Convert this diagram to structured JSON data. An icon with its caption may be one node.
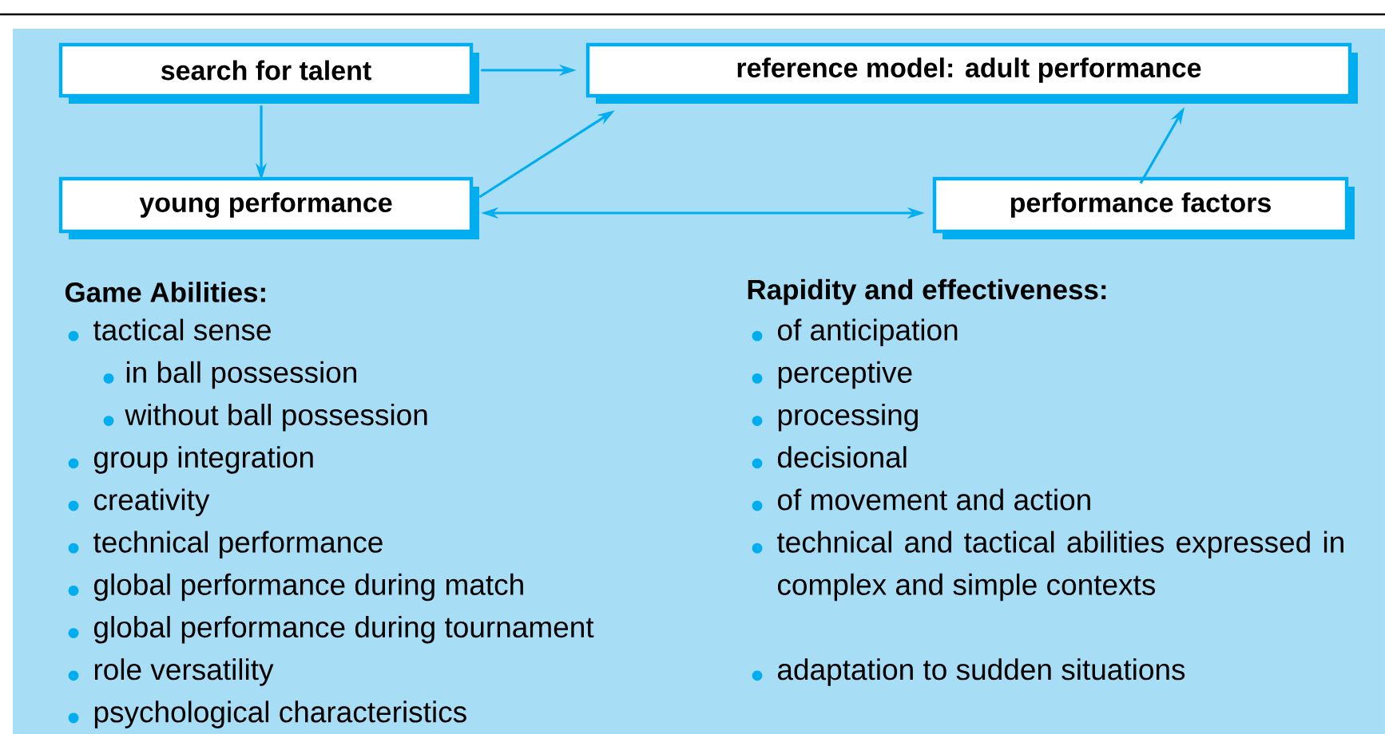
{
  "diagram": {
    "nodes": [
      {
        "text": [
          "search for talent"
        ]
      },
      {
        "text": [
          "reference model: adult performance"
        ]
      },
      {
        "text": [
          "young performance"
        ]
      },
      {
        "text": [
          "performance factors"
        ]
      }
    ],
    "edges": [
      {
        "from": 0,
        "to": 1,
        "arrow": "to"
      },
      {
        "from": 0,
        "to": 2,
        "arrow": "to"
      },
      {
        "from": 2,
        "to": 1,
        "arrow": "to"
      },
      {
        "from": 2,
        "to": 3,
        "arrow": "both"
      },
      {
        "from": 3,
        "to": 1,
        "arrow": "to"
      }
    ],
    "labels": [
      "Game Abilities:",
      "tactical sense",
      "in ball possession",
      "without ball possession",
      "group integration",
      "creativity",
      "technical performance",
      "global performance during match",
      "global performance during tournament",
      "role versatility",
      "psychological characteristics",
      "Rapidity and effectiveness:",
      "of anticipation",
      "perceptive",
      "processing",
      "decisional",
      "of movement and action",
      "technical and tactical abilities expressed in complex and simple contexts",
      "adaptation to sudden situations"
    ]
  }
}
